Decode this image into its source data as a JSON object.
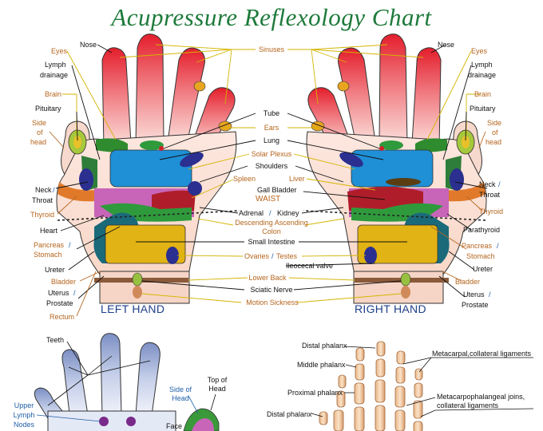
{
  "title": "Acupressure Reflexology Chart",
  "left_hand_title": "LEFT HAND",
  "right_hand_title": "RIGHT HAND",
  "center_labels": {
    "sinuses": "Sinuses",
    "tube": "Tube",
    "ears": "Ears",
    "lung": "Lung",
    "solar_plexus": "Solar Plexus",
    "shoulders": "Shoulders",
    "spleen": "Spleen",
    "liver": "Liver",
    "gall_bladder": "Gall Bladder",
    "waist": "WAIST",
    "adrenal": "Adrenal",
    "slash1": "/",
    "kidney": "Kidney",
    "descending_ascending": "Descending Ascending",
    "colon": "Colon",
    "small_intestine": "Small Intestine",
    "ovaries": "Ovaries",
    "slash2": "/",
    "testes": "Testes",
    "ileocecal": "Ileocecal valve",
    "lower_back": "Lower Back",
    "sciatic": "Sciatic Nerve",
    "motion_sickness": "Motion Sickness"
  },
  "left_labels": {
    "eyes": "Eyes",
    "nose": "Nose",
    "lymph": "Lymph",
    "drainage": "drainage",
    "brain": "Brain",
    "pituitary": "Pituitary",
    "side": "Side",
    "of": "of",
    "head": "head",
    "neck": "Neck",
    "slash": "/",
    "throat": "Throat",
    "thyroid": "Thyroid",
    "heart": "Heart",
    "pancreas": "Pancreas",
    "slash2": "/",
    "stomach": "Stomach",
    "ureter": "Ureter",
    "bladder": "Bladder",
    "uterus": "Uterus",
    "slash3": "/",
    "prostate": "Prostate",
    "rectum": "Rectum"
  },
  "right_labels": {
    "nose": "Nose",
    "eyes": "Eyes",
    "lymph": "Lymph",
    "drainage": "drainage",
    "brain": "Brain",
    "pituitary": "Pituitary",
    "side": "Side",
    "of": "of",
    "head": "head",
    "neck": "Neck",
    "slash": "/",
    "throat": "Throat",
    "thyroid": "Thyroid",
    "parathyroid": "Parathyroid",
    "pancreas": "Pancreas",
    "slash2": "/",
    "stomach": "Stomach",
    "ureter": "Ureter",
    "bladder": "Bladder",
    "uterus": "Uterus",
    "slash3": "/",
    "prostate": "Prostate"
  },
  "bottom_left": {
    "teeth": "Teeth",
    "upper": "Upper",
    "lymph": "Lymph",
    "nodes": "Nodes",
    "side_of": "Side of",
    "head": "Head",
    "top_of": "Top of",
    "head2": "Head",
    "face": "Face"
  },
  "bottom_right": {
    "distal_phalanx": "Distal phalanx",
    "middle_phalanx": "Middle phalanx",
    "proximal_phalanx": "Proximal phalanx",
    "distal_phalanx2": "Distal phalanx",
    "metacarpal": "Metacarpal,collateral ligaments",
    "mcp_joins": "Metacarpophalangeal joins,",
    "collateral": "collateral ligaments"
  },
  "colors": {
    "title_green": "#1d7a3a",
    "label_brown": "#b5651d",
    "hand_title_blue": "#1e3f8a",
    "finger_red": "#e0202e",
    "sinus_line": "#d4b400"
  }
}
